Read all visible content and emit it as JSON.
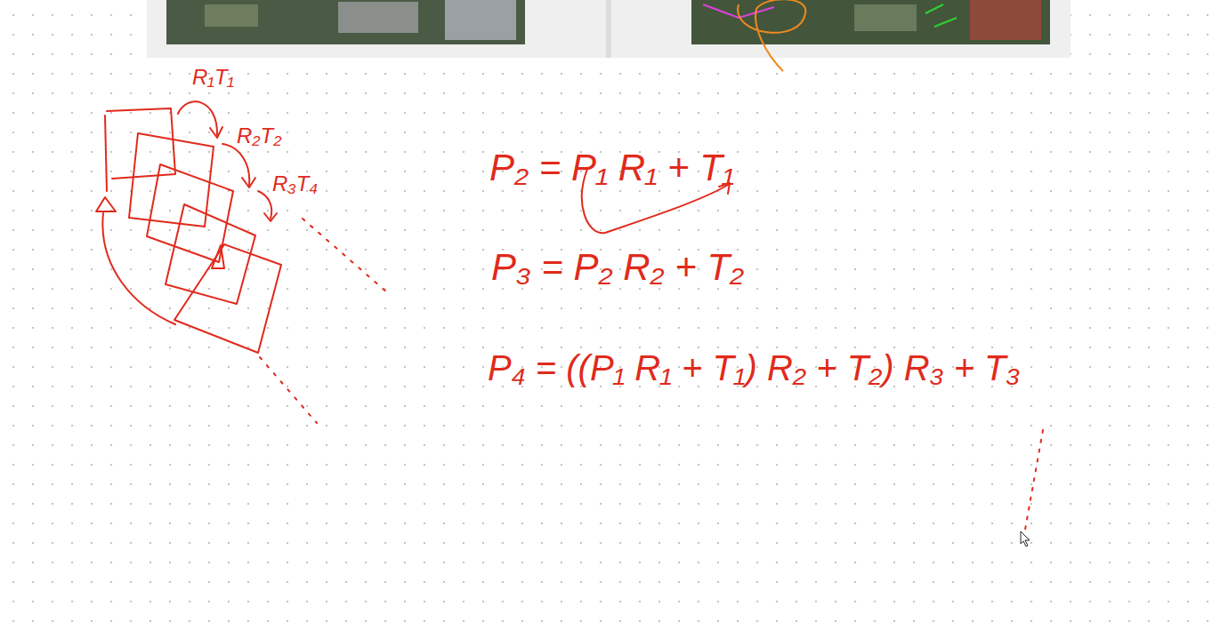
{
  "diagram": {
    "labels": [
      "R₁T₁",
      "R₂T₂",
      "R₃T₄",
      "P₂ = P₁ R₁ + T₁",
      "P₃ = P₂ R₂ + T₂",
      "P₄ = ((P₁ R₁ + T₁) R₂ + T₂) R₃ + T₃"
    ]
  }
}
